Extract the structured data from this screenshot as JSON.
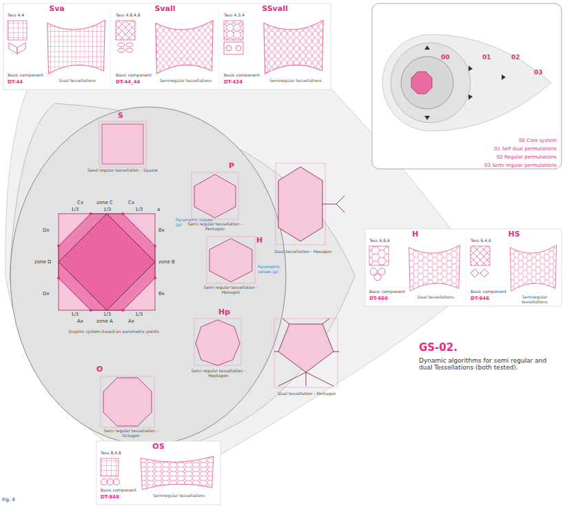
{
  "diagram": {
    "title": "GS-02.",
    "caption": "Dynamic algorithms for semi regular and dual Tessellations (both tested).",
    "nodes": [
      {
        "text": [
          "Sva",
          "Tess 4,4",
          "Basic component",
          "DT-44",
          "Dual tessellations"
        ]
      },
      {
        "text": [
          "Svall",
          "Tess 4,8,4,8",
          "Basic component",
          "DT-44_44",
          "Semiregular tessellations"
        ]
      },
      {
        "text": [
          "SSvall",
          "Tess 4,3,4",
          "Basic component",
          "DT-434",
          "Semiregular tessellations"
        ]
      },
      {
        "text": [
          "00",
          "01",
          "02",
          "03",
          "00 Core system",
          "01 Self dual permutations",
          "02 Regular permutations",
          "03 Semi regular permutations"
        ]
      },
      {
        "text": [
          "S",
          "Seed regular tessellation - Square"
        ]
      },
      {
        "text": [
          "P",
          "Semi regular tessellation - Pentagon"
        ]
      },
      {
        "text": [
          "Dual tessellation - Hexagon"
        ]
      },
      {
        "text": [
          "H",
          "Semi regular tessellation - Hexagon"
        ]
      },
      {
        "text": [
          "Graphic system based on parametric points"
        ]
      },
      {
        "text": [
          "Hp",
          "Semi regular tessellation - Heptagon"
        ]
      },
      {
        "text": [
          "Dual tessellation - Pentagon"
        ]
      },
      {
        "text": [
          "O",
          "Semi regular tessellation - Octagon"
        ]
      },
      {
        "text": [
          "H",
          "Tess 6,6,6",
          "Basic component",
          "DT-666",
          "Dual tessellations"
        ]
      },
      {
        "text": [
          "HS",
          "Tess 6,4,6",
          "Basic component",
          "DT-646",
          "Semiregular tessellations"
        ]
      },
      {
        "text": [
          "OS",
          "Tess 8,4,8",
          "Basic component",
          "DT-848",
          "Semiregular tessellations"
        ]
      }
    ],
    "labels": [
      "Cx",
      "zone C",
      "Cx",
      "1/3",
      "1/3",
      "1/3",
      "Dx",
      "zone D",
      "Dx",
      "Bx",
      "zone B",
      "Bx",
      "1/3",
      "1/3",
      "1/3",
      "Ax",
      "zone A",
      "Ax",
      "a",
      "Parametric values (µ)",
      "Parametric values (µ)",
      "Fig. 4"
    ]
  }
}
